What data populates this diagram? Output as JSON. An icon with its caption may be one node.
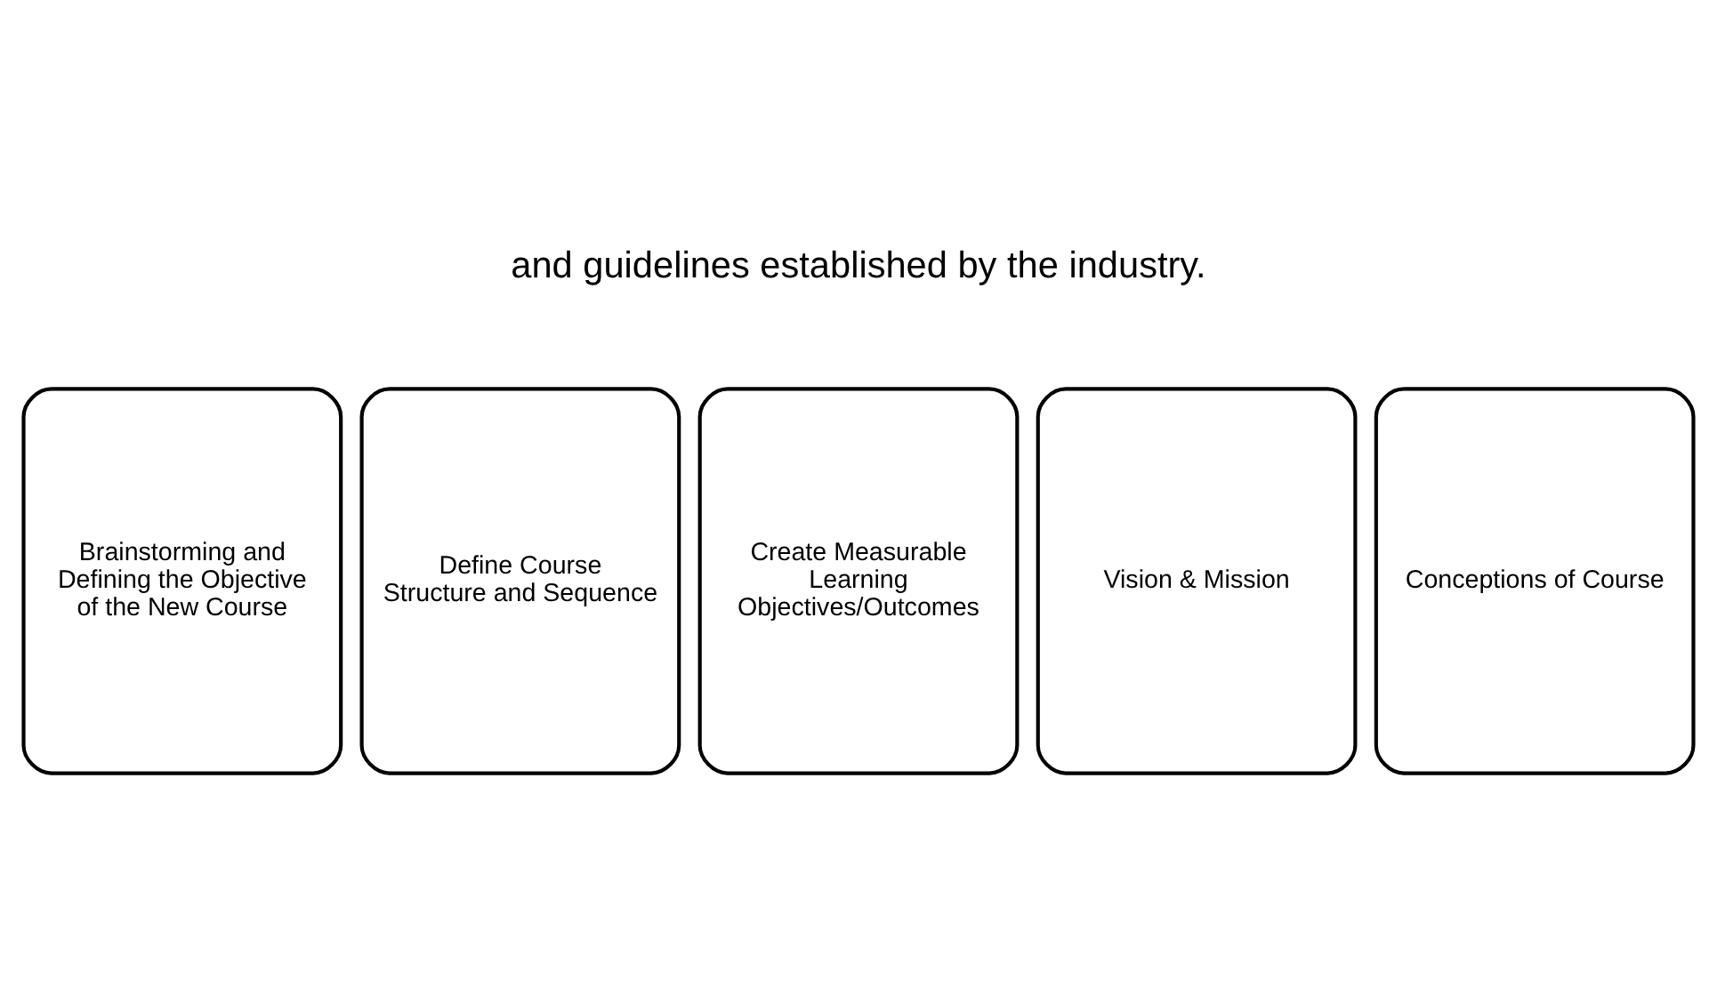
{
  "diagram": {
    "nodes": [
      {
        "text": [
          "Brainstorming and Defining the Objective of the New Course"
        ]
      },
      {
        "text": [
          "Define Course Structure and Sequence"
        ]
      },
      {
        "text": [
          "Create Measurable Learning Objectives/Outcomes"
        ]
      },
      {
        "text": [
          "Vision & Mission"
        ]
      },
      {
        "text": [
          "Conceptions of Course"
        ]
      }
    ],
    "labels": [
      "and guidelines established by the industry."
    ]
  }
}
